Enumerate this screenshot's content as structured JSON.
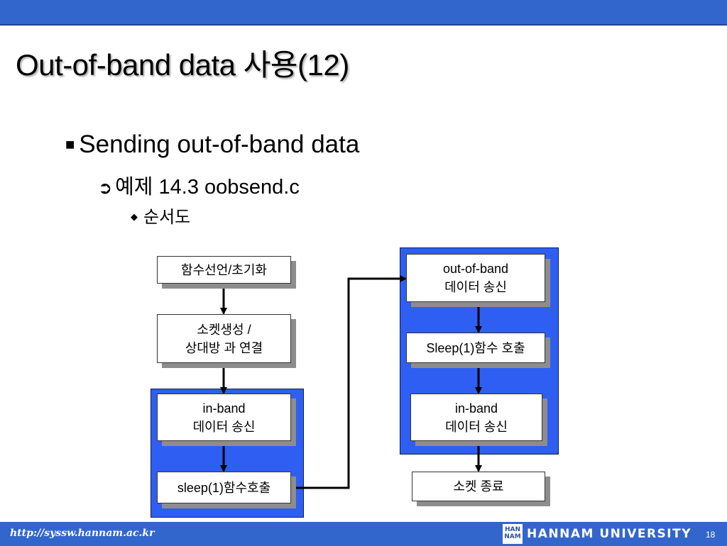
{
  "title": "Out-of-band data 사용(12)",
  "bullets": {
    "level1": {
      "marker": "■",
      "text": "Sending out-of-band data"
    },
    "level2": {
      "marker": "➲",
      "text": "예제 14.3 oobsend.c"
    },
    "level3": {
      "marker": "◆",
      "text": "순서도"
    }
  },
  "flowchart": {
    "left": {
      "box1": [
        "함수선언/초기화"
      ],
      "box2": [
        "소켓생성 /",
        "상대방 과 연결"
      ],
      "box3": [
        "in-band",
        "데이터 송신"
      ],
      "box4": [
        "sleep(1)함수호출"
      ]
    },
    "right": {
      "box1": [
        "out-of-band",
        "데이터 송신"
      ],
      "box2": [
        "Sleep(1)함수 호출"
      ],
      "box3": [
        "in-band",
        "데이터 송신"
      ],
      "box4": [
        "소켓 종료"
      ]
    }
  },
  "footer": {
    "url": "http://syssw.hannam.ac.kr",
    "logo_text": [
      "HAN",
      "NAM"
    ],
    "university": "HANNAM UNIVERSITY",
    "page_number": "18"
  },
  "colors": {
    "bar": "#3366cc",
    "panel": "#2f5ff2"
  }
}
